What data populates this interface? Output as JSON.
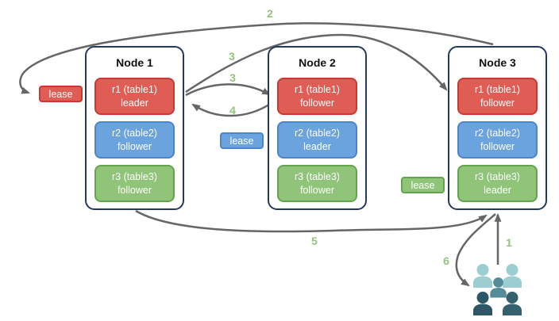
{
  "diagram": {
    "description": "Replica leaseholder diagram with three nodes and request flow steps",
    "nodes": [
      {
        "title": "Node 1",
        "replicas": [
          {
            "name": "r1 (table1)",
            "role": "leader",
            "color": "red"
          },
          {
            "name": "r2 (table2)",
            "role": "follower",
            "color": "blue"
          },
          {
            "name": "r3 (table3)",
            "role": "follower",
            "color": "green"
          }
        ]
      },
      {
        "title": "Node 2",
        "replicas": [
          {
            "name": "r1 (table1)",
            "role": "follower",
            "color": "red"
          },
          {
            "name": "r2 (table2)",
            "role": "leader",
            "color": "blue"
          },
          {
            "name": "r3 (table3)",
            "role": "follower",
            "color": "green"
          }
        ]
      },
      {
        "title": "Node 3",
        "replicas": [
          {
            "name": "r1 (table1)",
            "role": "follower",
            "color": "red"
          },
          {
            "name": "r2 (table2)",
            "role": "follower",
            "color": "blue"
          },
          {
            "name": "r3 (table3)",
            "role": "leader",
            "color": "green"
          }
        ]
      }
    ],
    "leases": [
      {
        "label": "lease",
        "color": "red"
      },
      {
        "label": "lease",
        "color": "blue"
      },
      {
        "label": "lease",
        "color": "green"
      }
    ],
    "steps": [
      {
        "text": "2"
      },
      {
        "text": "3"
      },
      {
        "text": "3"
      },
      {
        "text": "4"
      },
      {
        "text": "5"
      },
      {
        "text": "1"
      },
      {
        "text": "6"
      }
    ],
    "icons": {
      "users": "users-group-icon"
    },
    "colors": {
      "red_fill": "#e05d56",
      "red_border": "#c63a30",
      "blue_fill": "#6ba3de",
      "blue_border": "#4a86c8",
      "green_fill": "#90c579",
      "green_border": "#65a44e",
      "node_border": "#24395e",
      "arrow": "#666666",
      "step_label": "#93c47d",
      "users_light": "#9ccdd1",
      "users_medium": "#538d9a",
      "users_dark_left": "#2d5766",
      "users_dark_right": "#35616e"
    }
  }
}
